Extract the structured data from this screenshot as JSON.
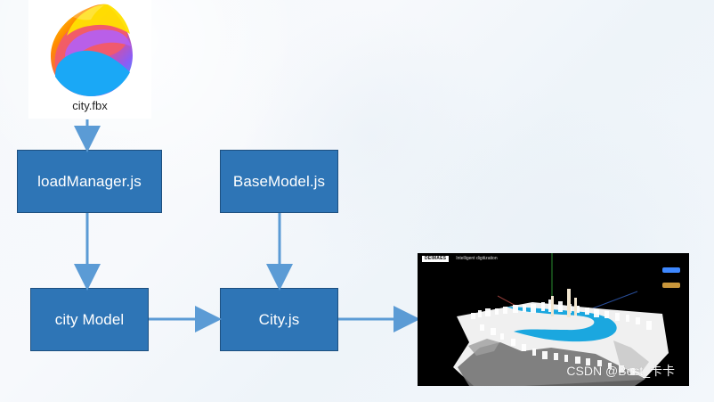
{
  "file": {
    "label": "city.fbx",
    "icon": "fbx-file-icon"
  },
  "boxes": {
    "load_manager": "loadManager.js",
    "base_model": "BaseModel.js",
    "city_model": "city Model",
    "city_js": "City.js"
  },
  "render": {
    "brand": "DEIMAES",
    "subtitle": "Intelligent digitization"
  },
  "watermark": "CSDN @Best_卡卡",
  "colors": {
    "box": "#2e75b6",
    "box_border": "#1d4f7f",
    "arrow": "#5b9bd5",
    "river": "#1ba7df",
    "render_bg": "#000000"
  }
}
